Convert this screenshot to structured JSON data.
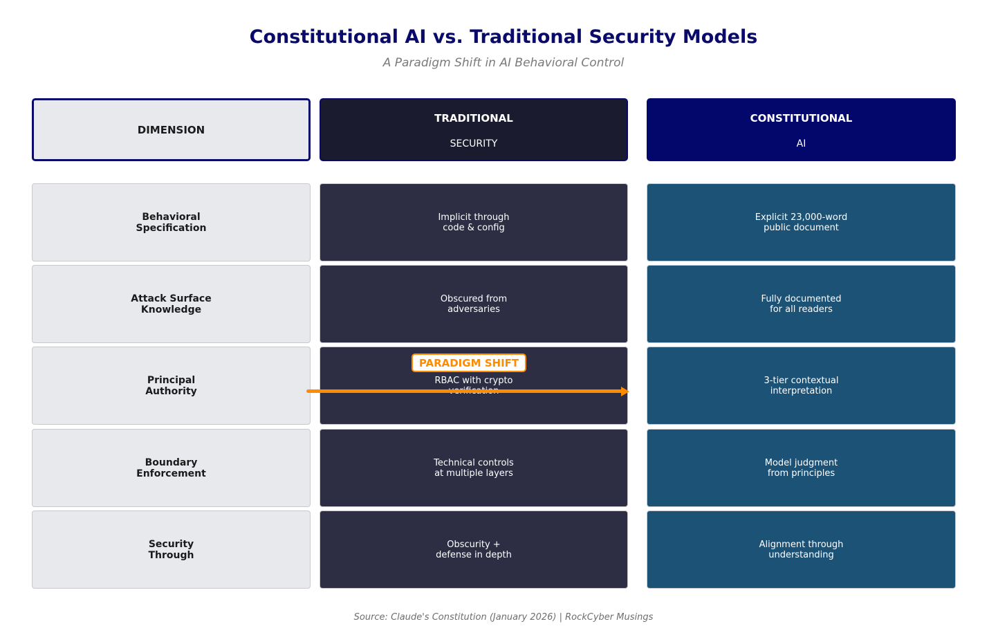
{
  "title": "Constitutional AI vs. Traditional Security Models",
  "subtitle": "A Paradigm Shift in AI Behavioral Control",
  "headers": {
    "dimension": "DIMENSION",
    "traditional": {
      "line1": "TRADITIONAL",
      "line2": "SECURITY"
    },
    "constitutional": {
      "line1": "CONSTITUTIONAL",
      "line2": "AI"
    }
  },
  "rows": [
    {
      "dimension": "Behavioral\nSpecification",
      "traditional": "Implicit through\ncode & config",
      "constitutional": "Explicit 23,000-word\npublic document"
    },
    {
      "dimension": "Attack Surface\nKnowledge",
      "traditional": "Obscured from\nadversaries",
      "constitutional": "Fully documented\nfor all readers"
    },
    {
      "dimension": "Principal\nAuthority",
      "traditional": "RBAC with crypto\nverification",
      "constitutional": "3-tier contextual\ninterpretation"
    },
    {
      "dimension": "Boundary\nEnforcement",
      "traditional": "Technical controls\nat multiple layers",
      "constitutional": "Model judgment\nfrom principles"
    },
    {
      "dimension": "Security\nThrough",
      "traditional": "Obscurity +\ndefense in depth",
      "constitutional": "Alignment through\nunderstanding"
    }
  ],
  "paradigm_shift_label": "PARADIGM SHIFT",
  "footer": "Source: Claude's Constitution (January 2026) | RockCyber Musings",
  "colors": {
    "title": "#0a0a6b",
    "traditional_cell": "#2d2d44",
    "constitutional_cell": "#1c5276",
    "accent": "#ff8c00"
  }
}
